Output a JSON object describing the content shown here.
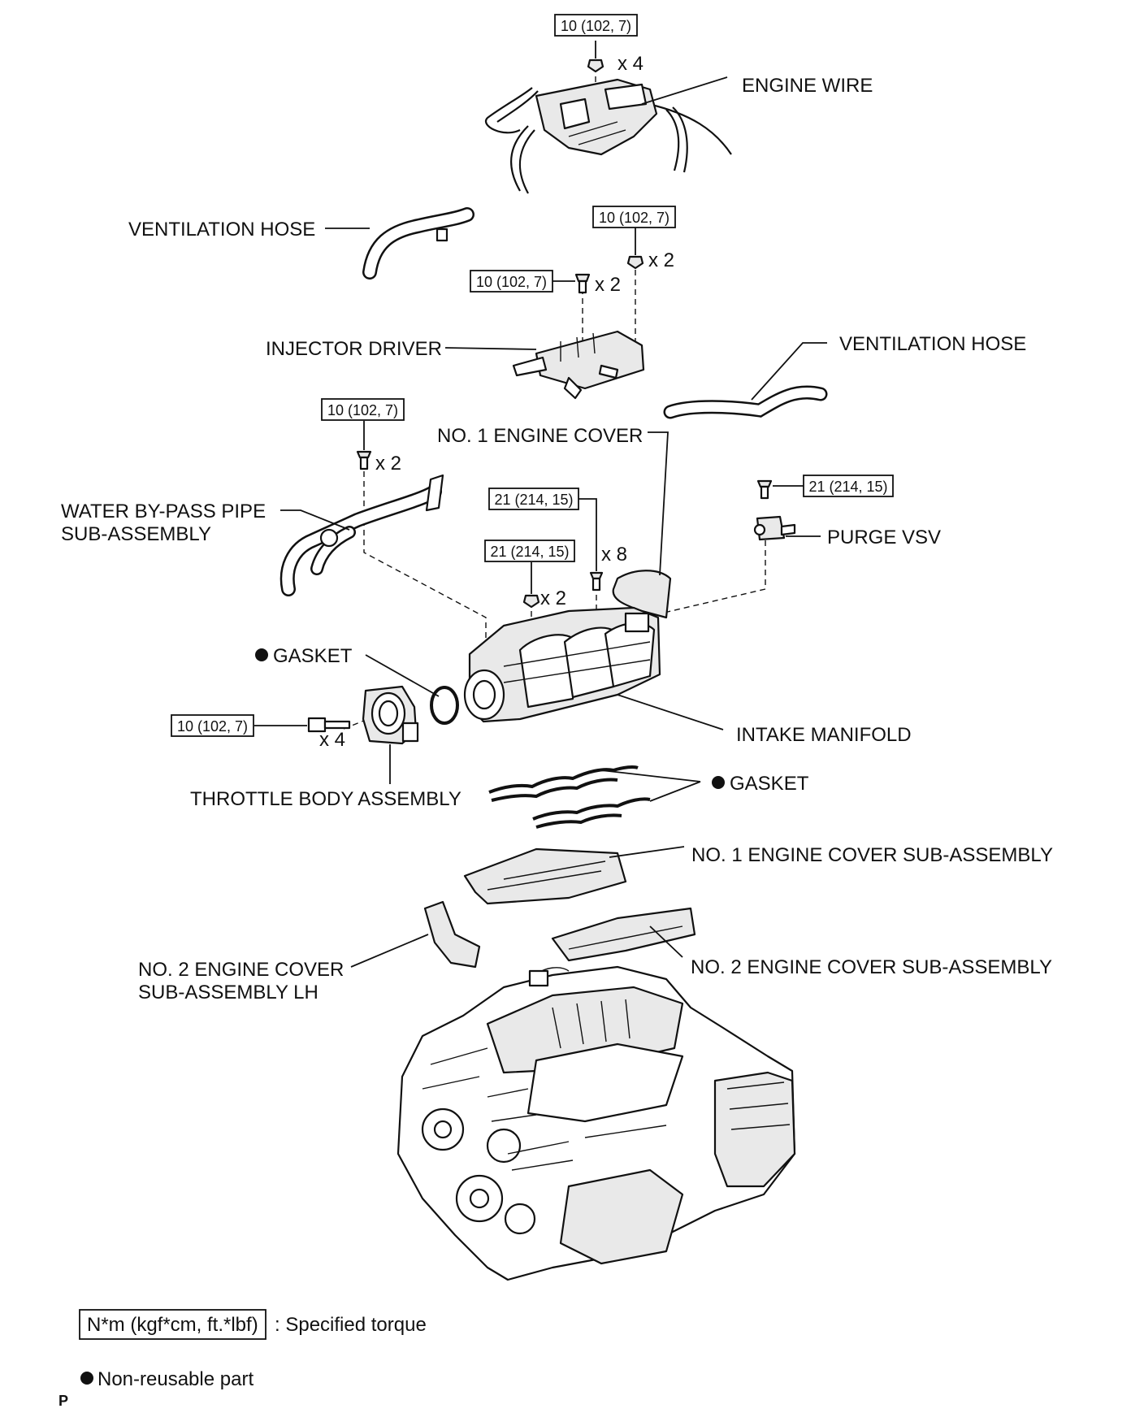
{
  "labels": {
    "engine_wire": "ENGINE WIRE",
    "ventilation_hose_upper": "VENTILATION HOSE",
    "ventilation_hose_right": "VENTILATION HOSE",
    "injector_driver": "INJECTOR DRIVER",
    "no1_engine_cover": "NO. 1 ENGINE COVER",
    "water_bypass_pipe_line1": "WATER BY-PASS PIPE",
    "water_bypass_pipe_line2": "SUB-ASSEMBLY",
    "purge_vsv": "PURGE VSV",
    "gasket_throttle": "GASKET",
    "intake_manifold": "INTAKE MANIFOLD",
    "throttle_body": "THROTTLE BODY ASSEMBLY",
    "gasket_manifold": "GASKET",
    "no1_cover_subassembly": "NO. 1 ENGINE COVER SUB-ASSEMBLY",
    "no2_cover_subassembly": "NO. 2 ENGINE COVER SUB-ASSEMBLY",
    "no2_cover_lh_line1": "NO. 2 ENGINE COVER",
    "no2_cover_lh_line2": "SUB-ASSEMBLY LH"
  },
  "torques": {
    "engine_wire": "10 (102, 7)",
    "injector_driver_top": "10 (102, 7)",
    "injector_driver_left": "10 (102, 7)",
    "water_bypass": "10 (102, 7)",
    "manifold_x8": "21 (214, 15)",
    "manifold_x2": "21 (214, 15)",
    "purge_vsv": "21 (214, 15)",
    "throttle_body": "10 (102, 7)"
  },
  "quantities": {
    "engine_wire": "x 4",
    "injector_top": "x 2",
    "injector_left": "x 2",
    "water_bypass": "x 2",
    "manifold_x8": "x 8",
    "manifold_x2": "x 2",
    "throttle": "x 4"
  },
  "legend": {
    "torque_box": "N*m (kgf*cm, ft.*lbf)",
    "torque_text": ": Specified torque",
    "nonreusable_text": "Non-reusable part"
  },
  "page_marker": "P"
}
